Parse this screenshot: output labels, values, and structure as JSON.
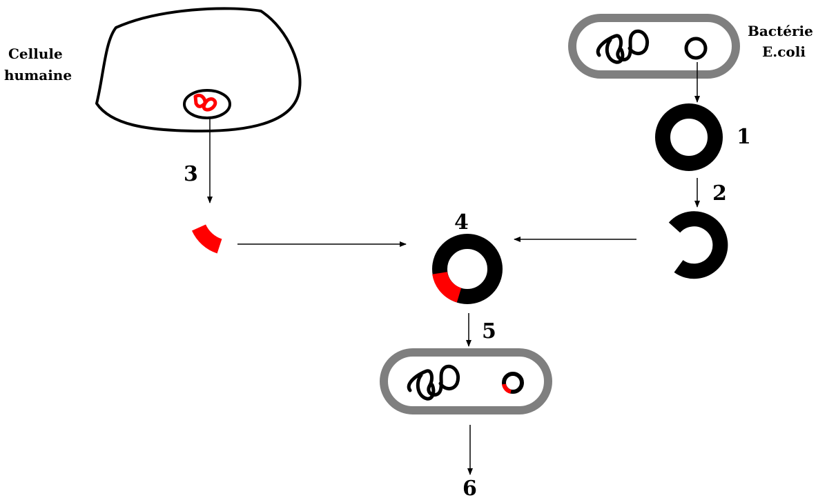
{
  "labels": {
    "human_cell_line1": "Cellule",
    "human_cell_line2": "humaine",
    "bacteria_line1": "Bactérie",
    "bacteria_line2": "E.coli"
  },
  "steps": {
    "s1": "1",
    "s2": "2",
    "s3": "3",
    "s4": "4",
    "s5": "5",
    "s6": "6"
  },
  "colors": {
    "outline": "#000000",
    "human_dna": "#ff0000",
    "bacteria_wall": "#7f7f7f",
    "background": "#ffffff"
  }
}
